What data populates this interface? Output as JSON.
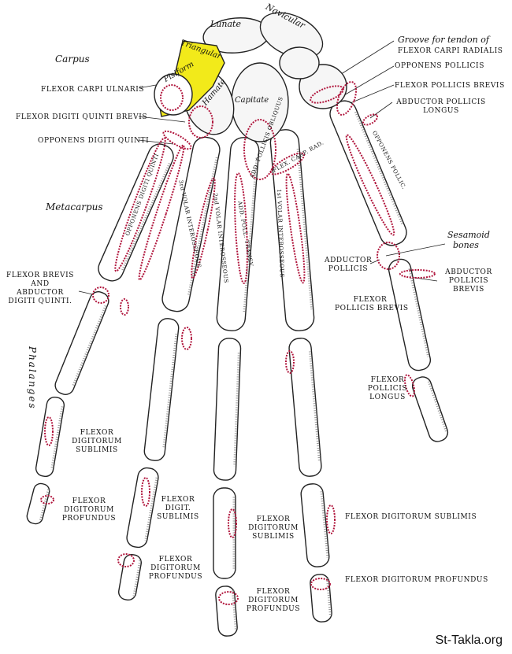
{
  "regions": {
    "carpus": "Carpus",
    "metacarpus": "Metacarpus",
    "phalanges": "Phalanges"
  },
  "carpal_bones": {
    "lunate": "Lunate",
    "navicular": "Navicular",
    "triangular": "Triangular",
    "pisiform": "Pisiform",
    "hamate": "Hamate",
    "capitate": "Capitate"
  },
  "labels": {
    "groove_1": "Groove for tendon of",
    "groove_2": "Flexor carpi radialis",
    "opponens_pollicis": "Opponens pollicis",
    "flexor_pollicis_brevis_top": "Flexor pollicis brevis",
    "abductor_pollicis_longus_1": "Abductor pollicis",
    "abductor_pollicis_longus_2": "longus",
    "flexor_carpi_ulnaris": "Flexor carpi ulnaris",
    "flexor_digiti_quinti_brevis": "Flexor digiti quinti brevis",
    "opponens_digiti_quinti": "Opponens digiti quinti",
    "sesamoid_1": "Sesamoid",
    "sesamoid_2": "bones",
    "adductor_pollicis_1": "Adductor",
    "adductor_pollicis_2": "pollicis",
    "abductor_pollicis_brevis_1": "Abductor",
    "abductor_pollicis_brevis_2": "pollicis",
    "abductor_pollicis_brevis_3": "brevis",
    "flexor_pollicis_brevis_1": "Flexor",
    "flexor_pollicis_brevis_2": "pollicis brevis",
    "flexor_brevis_abd_1": "Flexor brevis",
    "flexor_brevis_abd_2": "and",
    "flexor_brevis_abd_3": "Abductor",
    "flexor_brevis_abd_4": "digiti quinti.",
    "flexor_pollicis_longus_1": "Flexor",
    "flexor_pollicis_longus_2": "pollicis",
    "flexor_pollicis_longus_3": "longus",
    "fds_little_1": "Flexor",
    "fds_little_2": "digitorum",
    "fds_little_3": "sublimis",
    "fdp_little_1": "Flexor",
    "fdp_little_2": "digitorum",
    "fdp_little_3": "profundus",
    "fds_ring_1": "Flexor",
    "fds_ring_2": "digit.",
    "fds_ring_3": "sublimis",
    "fdp_ring_1": "Flexor",
    "fdp_ring_2": "digitorum",
    "fdp_ring_3": "profundus",
    "fds_middle_1": "Flexor",
    "fds_middle_2": "digitorum",
    "fds_middle_3": "sublimis",
    "fdp_middle_1": "Flexor",
    "fdp_middle_2": "digitorum",
    "fdp_middle_3": "profundus",
    "fds_index": "Flexor digitorum sublimis",
    "fdp_index": "Flexor digitorum profundus"
  },
  "bone_labels": {
    "opponens_pollic": "OPPONENS POLLIC.",
    "first_volar": "1st VOLAR INTEROSSEOUS",
    "second_volar": "2nd VOLAR INTEROSSEOUS",
    "third_volar": "3rd VOLAR INTEROSSEOUS",
    "add_poll_transv": "ADD. POLL. TRANSV.",
    "add_pollicis_obliquus": "ADD. POLLICIS OBLIQUUS",
    "flex_carp_rad": "FLEX. CARP. RAD.",
    "opponens_digiti_quinti": "OPPONENS DIGITI QUINTI"
  },
  "watermark": "St-Takla.org",
  "colors": {
    "highlight": "#f2ea1a",
    "muscle": "#b0153c",
    "bone_line": "#222222"
  }
}
